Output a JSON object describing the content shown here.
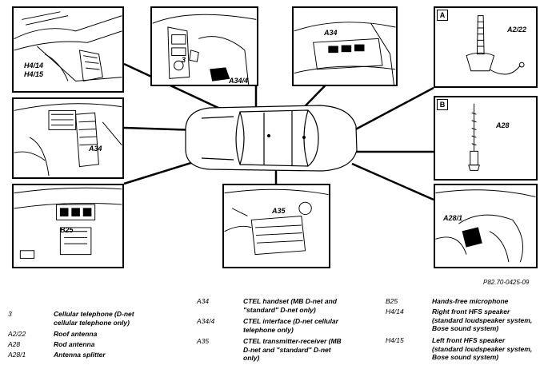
{
  "panels": {
    "top_left": {
      "callouts": [
        "H4/14",
        "H4/15"
      ]
    },
    "top_center": {
      "callouts": [
        "3",
        "A34/4"
      ]
    },
    "top_right": {
      "callouts": [
        "A34"
      ]
    },
    "mid_left": {
      "callouts": [
        "A34"
      ]
    },
    "detail_a": {
      "letter": "A",
      "callouts": [
        "A2/22"
      ]
    },
    "detail_b": {
      "letter": "B",
      "callouts": [
        "A28"
      ]
    },
    "bottom_center": {
      "callouts": [
        "A35"
      ]
    },
    "bottom_right": {
      "callouts": [
        "A28/1"
      ]
    }
  },
  "reference": "P82.70-0425-09",
  "legend": [
    {
      "code": "3",
      "desc": "Cellular telephone (D-net cellular telephone only)"
    },
    {
      "code": "A2/22",
      "desc": "Roof antenna"
    },
    {
      "code": "A28",
      "desc": "Rod antenna"
    },
    {
      "code": "A28/1",
      "desc": "Antenna splitter"
    },
    {
      "code": "A34",
      "desc": "CTEL handset (MB D-net and \"standard\" D-net only)"
    },
    {
      "code": "A34/4",
      "desc": "CTEL interface (D-net cellular telephone only)"
    },
    {
      "code": "A35",
      "desc": "CTEL transmitter-receiver (MB D-net and \"standard\" D-net only)"
    },
    {
      "code": "B25",
      "desc": "Hands-free microphone"
    },
    {
      "code": "H4/14",
      "desc": "Right front HFS speaker (standard loudspeaker system, Bose sound system)"
    },
    {
      "code": "H4/15",
      "desc": "Left front HFS speaker (standard loudspeaker system, Bose sound system)"
    }
  ],
  "legend_lines": {
    "l0": [
      "Cellular telephone (D-net",
      "cellular telephone only)"
    ],
    "l4": [
      "CTEL handset (MB D-net and",
      "\"standard\" D-net only)"
    ],
    "l5": [
      "CTEL interface (D-net cellular",
      "telephone only)"
    ],
    "l6": [
      "CTEL transmitter-receiver (MB",
      "D-net and \"standard\" D-net",
      "only)"
    ],
    "l8": [
      "Right front HFS speaker",
      "(standard loudspeaker system,",
      "Bose sound system)"
    ],
    "l9": [
      "Left front HFS speaker",
      "(standard loudspeaker system,",
      "Bose sound system)"
    ]
  },
  "bottom_left_callout": "B25"
}
